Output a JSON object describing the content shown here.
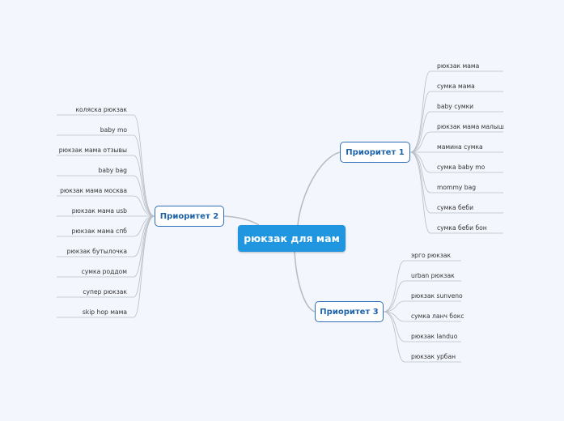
{
  "central": {
    "label": "рюкзак для мам"
  },
  "branches": [
    {
      "id": "p1",
      "label": "Приоритет 1",
      "items": [
        "рюкзак мама",
        "сумка мама",
        "baby сумки",
        "рюкзак мама малыш",
        "мамина сумка",
        "сумка baby mo",
        "mommy bag",
        "сумка беби",
        "сумка беби бон"
      ]
    },
    {
      "id": "p2",
      "label": "Приоритет 2",
      "items": [
        "коляска рюкзак",
        "baby mo",
        "рюкзак мама отзывы",
        "baby bag",
        "рюкзак мама москва",
        "рюкзак мама usb",
        "рюкзак мама спб",
        "рюкзак бутылочка",
        "сумка роддом",
        "супер рюкзак",
        "skip hop мама"
      ]
    },
    {
      "id": "p3",
      "label": "Приоритет 3",
      "items": [
        "эрго рюкзак",
        "urban рюкзак",
        "рюкзак sunveno",
        "сумка ланч бокс",
        "рюкзак landuo",
        "рюкзак урбан"
      ]
    }
  ],
  "colors": {
    "background": "#f3f7fd",
    "central_fill": "#2196e0",
    "topic_border": "#2d6fb8",
    "link": "#b8bcc4"
  }
}
